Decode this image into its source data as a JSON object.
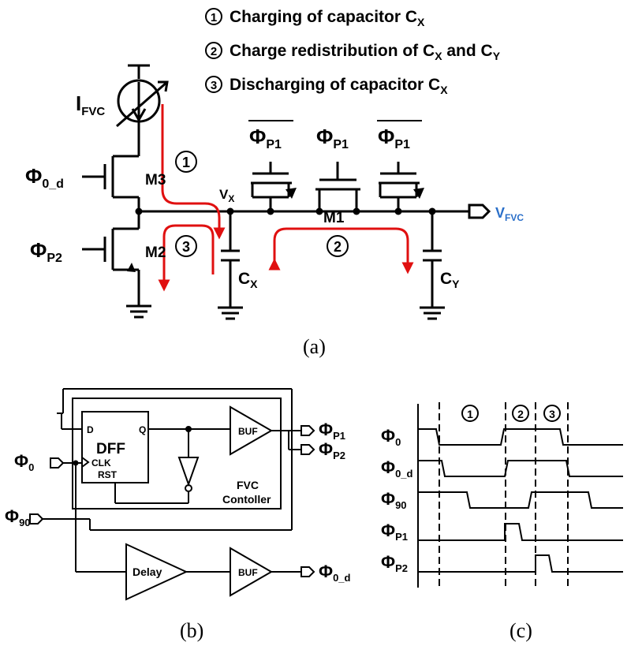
{
  "legend": {
    "item1_num": "1",
    "item1_text": "Charging of capacitor C",
    "item1_sub": "X",
    "item2_num": "2",
    "item2_text": "Charge redistribution of C",
    "item2_sub1": "X",
    "item2_mid": " and C",
    "item2_sub2": "Y",
    "item3_num": "3",
    "item3_text": "Discharging of capacitor C",
    "item3_sub": "X"
  },
  "panel_a": {
    "ifvc_main": "I",
    "ifvc_sub": "FVC",
    "m3_label": "M3",
    "m2_label": "M2",
    "m1_label": "M1",
    "phi": "Φ",
    "phi0d_sub": "0_d",
    "phip2_sub": "P2",
    "phip1_sub": "P1",
    "vx_main": "V",
    "vx_sub": "X",
    "cx_main": "C",
    "cx_sub": "X",
    "cy_main": "C",
    "cy_sub": "Y",
    "vfvc_main": "V",
    "vfvc_sub": "FVC",
    "step1": "1",
    "step2": "2",
    "step3": "3",
    "caption": "(a)"
  },
  "panel_b": {
    "dff": "DFF",
    "d_pin": "D",
    "q_pin": "Q",
    "clk_pin": "CLK",
    "rst_pin": "RST",
    "buf": "BUF",
    "delay": "Delay",
    "controller_line1": "FVC",
    "controller_line2": "Contoller",
    "phi": "Φ",
    "in0_sub": "0",
    "in90_sub": "90",
    "out_p1_sub": "P1",
    "out_p2_sub": "P2",
    "out_0d_sub": "0_d",
    "caption": "(b)"
  },
  "panel_c": {
    "phi": "Φ",
    "rows": [
      "0",
      "0_d",
      "90",
      "P1",
      "P2"
    ],
    "phases": [
      "1",
      "2",
      "3"
    ],
    "caption": "(c)"
  },
  "colors": {
    "arrow": "#e01010",
    "vfvc": "#2a6fc9",
    "line": "#000000"
  }
}
